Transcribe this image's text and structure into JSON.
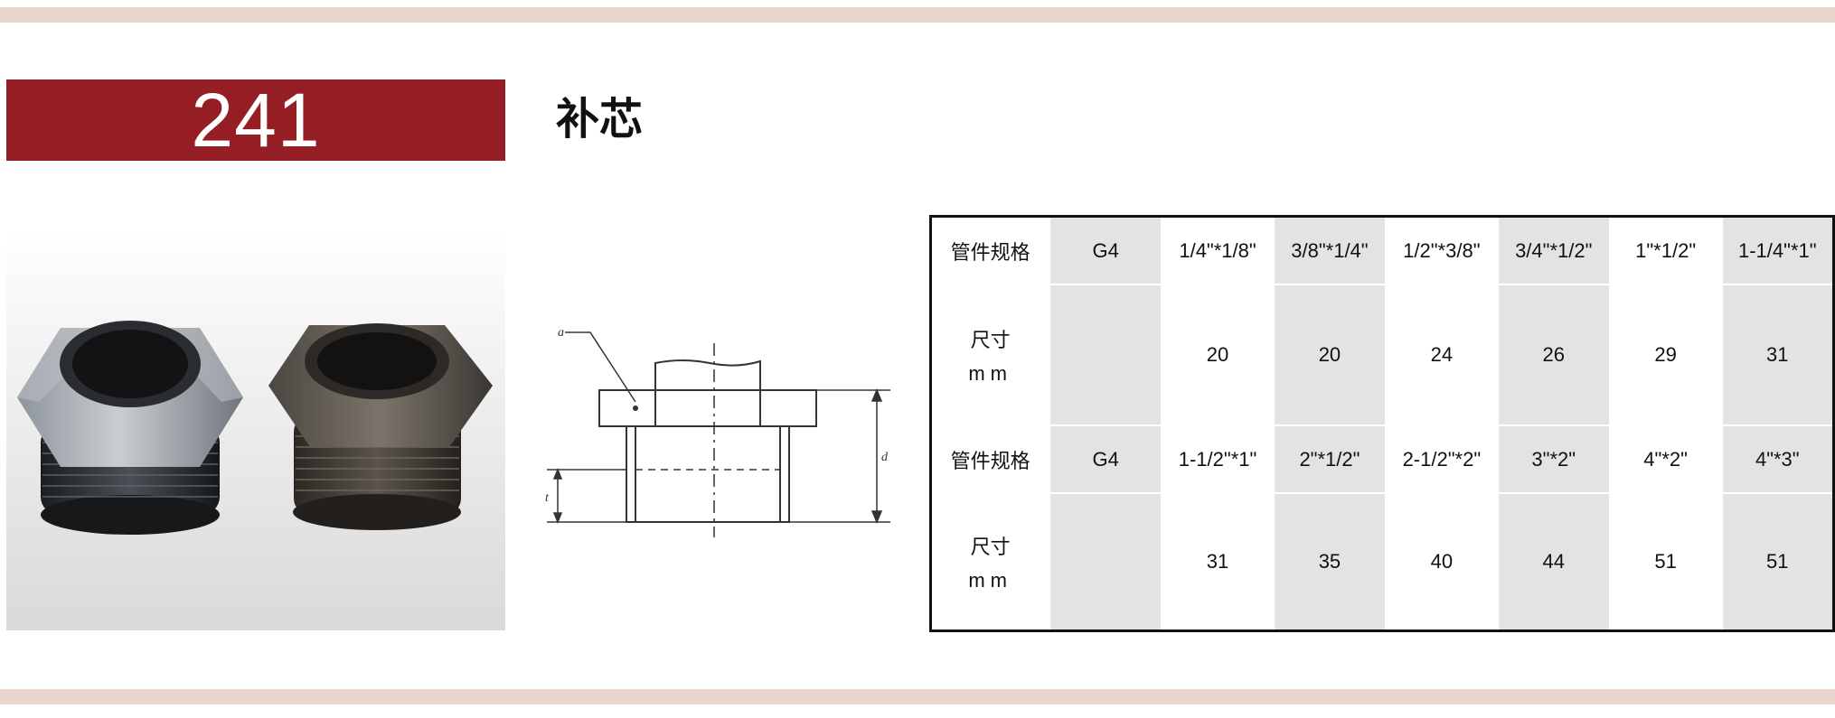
{
  "model": {
    "number": "241"
  },
  "product": {
    "title": "补芯"
  },
  "table": {
    "rows": [
      {
        "header": "管件规格",
        "standard": "G4",
        "sizes": [
          "1/4\"*1/8\"",
          "3/8\"*1/4\"",
          "1/2\"*3/8\"",
          "3/4\"*1/2\"",
          "1\"*1/2\"",
          "1-1/4\"*1\""
        ]
      },
      {
        "header": "尺寸",
        "unit": "mm",
        "values": [
          "20",
          "20",
          "24",
          "26",
          "29",
          "31"
        ]
      },
      {
        "header": "管件规格",
        "standard": "G4",
        "sizes": [
          "1-1/2\"*1\"",
          "2\"*1/2\"",
          "2-1/2\"*2\"",
          "3\"*2\"",
          "4\"*2\"",
          "4\"*3\""
        ]
      },
      {
        "header": "尺寸",
        "unit": "mm",
        "values": [
          "31",
          "35",
          "40",
          "44",
          "51",
          "51"
        ]
      }
    ]
  },
  "drawing": {
    "labels": {
      "callout": "a",
      "height": "d",
      "thread": "t"
    }
  },
  "colors": {
    "accent": "#941e24",
    "stripe": "#ead6cc",
    "cell_gray": "#e3e3e3"
  }
}
